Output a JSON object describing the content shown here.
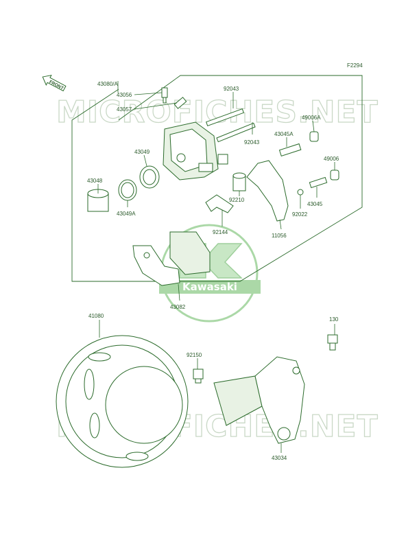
{
  "diagram_code": "F2294",
  "front_label": "FRONT",
  "watermark_text": "MICROFICHES.NET",
  "logo_text": "Kawasaki",
  "colors": {
    "line": "#2a6a2a",
    "label": "#2a5a2a",
    "watermark": "#c9d8c6",
    "logo": "#7ec07a"
  },
  "labels": {
    "l43080A": "43080/A",
    "l43056": "43056",
    "l43057": "43057",
    "l92043a": "92043",
    "l92043b": "92043",
    "l49006A": "49006A",
    "l43045A": "43045A",
    "l43049": "43049",
    "l49006": "49006",
    "l43048": "43048",
    "l92210": "92210",
    "l43045": "43045",
    "l43049A": "43049A",
    "l92022": "92022",
    "l92144": "92144",
    "l11056": "11056",
    "l43082": "43082",
    "l41080": "41080",
    "l130": "130",
    "l92150": "92150",
    "l43034": "43034"
  }
}
